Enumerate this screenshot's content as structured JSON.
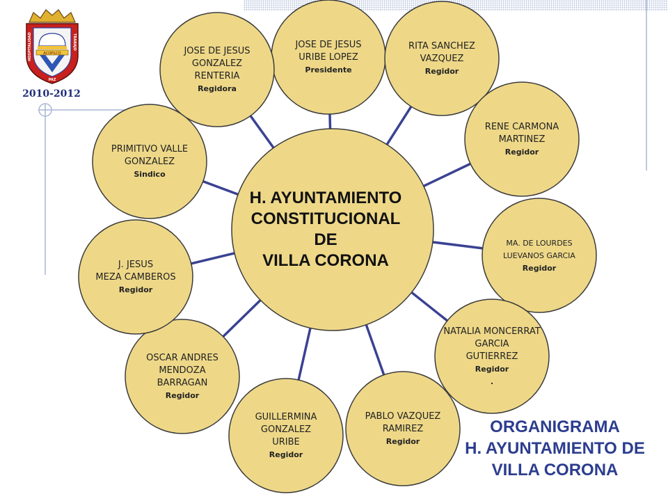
{
  "header": {
    "years": "2010-2012",
    "emblem": {
      "motto_left": "HOSPITALIDAD",
      "motto_right": "TRABAJO",
      "motto_bottom": "PAZ",
      "banner_text": "ACOPILCO"
    }
  },
  "caption": {
    "line1": "ORGANIGRAMA",
    "line2": "H. AYUNTAMIENTO DE",
    "line3": "VILLA CORONA"
  },
  "center": {
    "lines": [
      "H. AYUNTAMIENTO",
      "CONSTITUCIONAL",
      "DE",
      "VILLA CORONA"
    ]
  },
  "members": [
    {
      "id": "presidente",
      "name_lines": [
        "JOSE DE JESUS",
        "URIBE LOPEZ"
      ],
      "role": "Presidente"
    },
    {
      "id": "rita",
      "name_lines": [
        "RITA SANCHEZ",
        "VAZQUEZ"
      ],
      "role": "Regidor"
    },
    {
      "id": "rene",
      "name_lines": [
        "RENE CARMONA",
        "MARTINEZ"
      ],
      "role": "Regidor"
    },
    {
      "id": "lourdes",
      "name_lines": [
        "MA. DE LOURDES",
        "LUEVANOS GARCIA"
      ],
      "role": "Regidor"
    },
    {
      "id": "natalia",
      "name_lines": [
        "NATALIA MONCERRAT",
        "GARCIA",
        "GUTIERREZ"
      ],
      "role": "Regidor",
      "extra": "."
    },
    {
      "id": "pablo",
      "name_lines": [
        "PABLO VAZQUEZ",
        "RAMIREZ"
      ],
      "role": "Regidor"
    },
    {
      "id": "guillermina",
      "name_lines": [
        "GUILLERMINA",
        "GONZALEZ",
        "URIBE"
      ],
      "role": "Regidor"
    },
    {
      "id": "oscar",
      "name_lines": [
        "OSCAR ANDRES",
        "MENDOZA",
        "BARRAGAN"
      ],
      "role": "Regidor"
    },
    {
      "id": "jesus-meza",
      "name_lines": [
        "J. JESUS",
        "MEZA CAMBEROS"
      ],
      "role": "Regidor"
    },
    {
      "id": "primitivo",
      "name_lines": [
        "PRIMITIVO VALLE",
        "GONZALEZ"
      ],
      "role": "Sindico"
    },
    {
      "id": "gonzalez-renteria",
      "name_lines": [
        "JOSE DE JESUS",
        "GONZALEZ",
        "RENTERIA"
      ],
      "role": "Regidora"
    }
  ],
  "colors": {
    "node_fill": "#eed888",
    "node_stroke": "#3c3c3c",
    "connector": "#3a4292",
    "caption": "#2c3d8f",
    "frame_line": "#a9b6d4"
  }
}
